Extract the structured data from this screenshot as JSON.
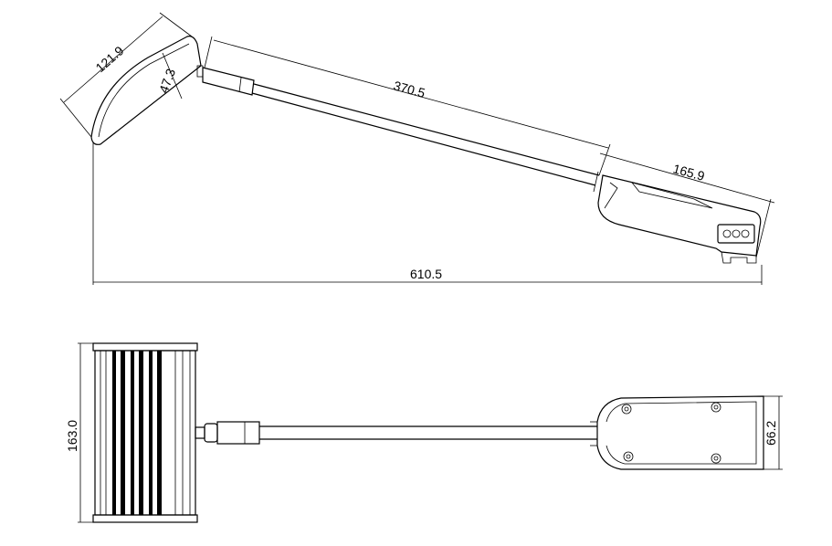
{
  "dimensions": {
    "head_width": "121.9",
    "head_depth": "47.3",
    "arm_length": "370.5",
    "clamp_length": "165.9",
    "overall_length": "610.5",
    "head_height": "163.0",
    "clamp_height": "66.2"
  }
}
